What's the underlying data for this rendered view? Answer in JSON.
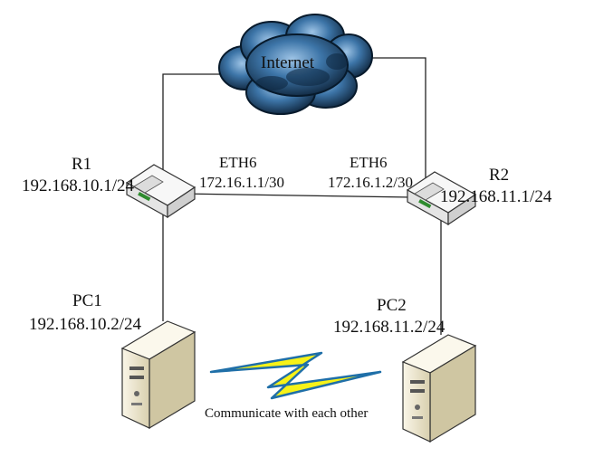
{
  "cloud": {
    "label": "Internet"
  },
  "routers": [
    {
      "name": "R1",
      "ip": "192.168.10.1/24"
    },
    {
      "name": "R2",
      "ip": "192.168.11.1/24"
    }
  ],
  "link": {
    "left_iface": "ETH6",
    "left_ip": "172.16.1.1/30",
    "right_iface": "ETH6",
    "right_ip": "172.16.1.2/30"
  },
  "pcs": [
    {
      "name": "PC1",
      "ip": "192.168.10.2/24"
    },
    {
      "name": "PC2",
      "ip": "192.168.11.2/24"
    }
  ],
  "caption": "Communicate with each other",
  "colors": {
    "cloud": "#2d5f8f",
    "bolt": "#f6f218",
    "bolt_edge": "#1f6fa8",
    "router": "#f2f2f2",
    "pc": "#f2ecd6"
  }
}
